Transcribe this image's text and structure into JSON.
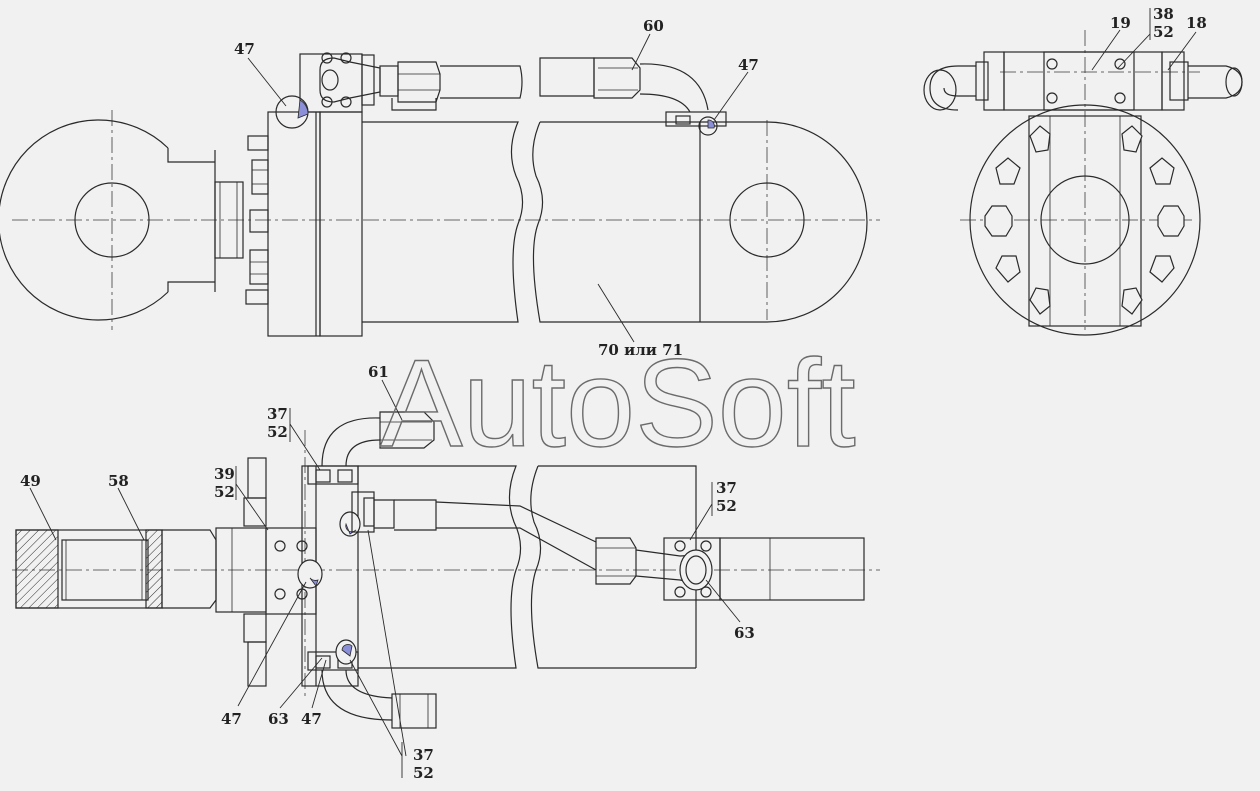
{
  "watermark": "AutoSoft",
  "callouts": {
    "top_47a": "47",
    "top_60": "60",
    "top_47b": "47",
    "top_70_71": "70 или 71",
    "end_19": "19",
    "end_38": "38",
    "end_52": "52",
    "end_18": "18",
    "bot_61": "61",
    "bot_37a": "37",
    "bot_52a": "52",
    "bot_39": "39",
    "bot_52b": "52",
    "bot_49": "49",
    "bot_58": "58",
    "bot_37b": "37",
    "bot_52c": "52",
    "bot_63a": "63",
    "bot_47a": "47",
    "bot_63b": "63",
    "bot_47b": "47",
    "bot_37c": "37",
    "bot_52d": "52"
  }
}
